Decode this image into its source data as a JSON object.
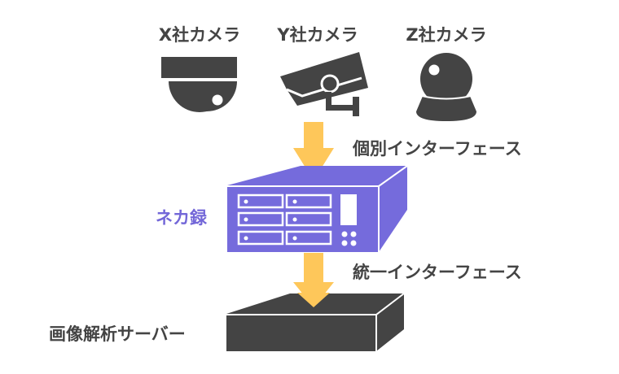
{
  "colors": {
    "dark": "#444444",
    "nvr_purple": "#756bdc",
    "arrow_yellow": "#fec75a",
    "white": "#ffffff",
    "nvr_label": "#7367d8"
  },
  "cameras": [
    {
      "label": "X社カメラ",
      "icon": "dome-camera-icon"
    },
    {
      "label": "Y社カメラ",
      "icon": "bullet-camera-icon"
    },
    {
      "label": "Z社カメラ",
      "icon": "ptz-camera-icon"
    }
  ],
  "interfaces": {
    "individual": "個別インターフェース",
    "unified": "統一インターフェース"
  },
  "nvr": {
    "label": "ネカ録",
    "icon": "nvr-device-icon"
  },
  "server": {
    "label": "画像解析サーバー",
    "icon": "server-box-icon"
  }
}
